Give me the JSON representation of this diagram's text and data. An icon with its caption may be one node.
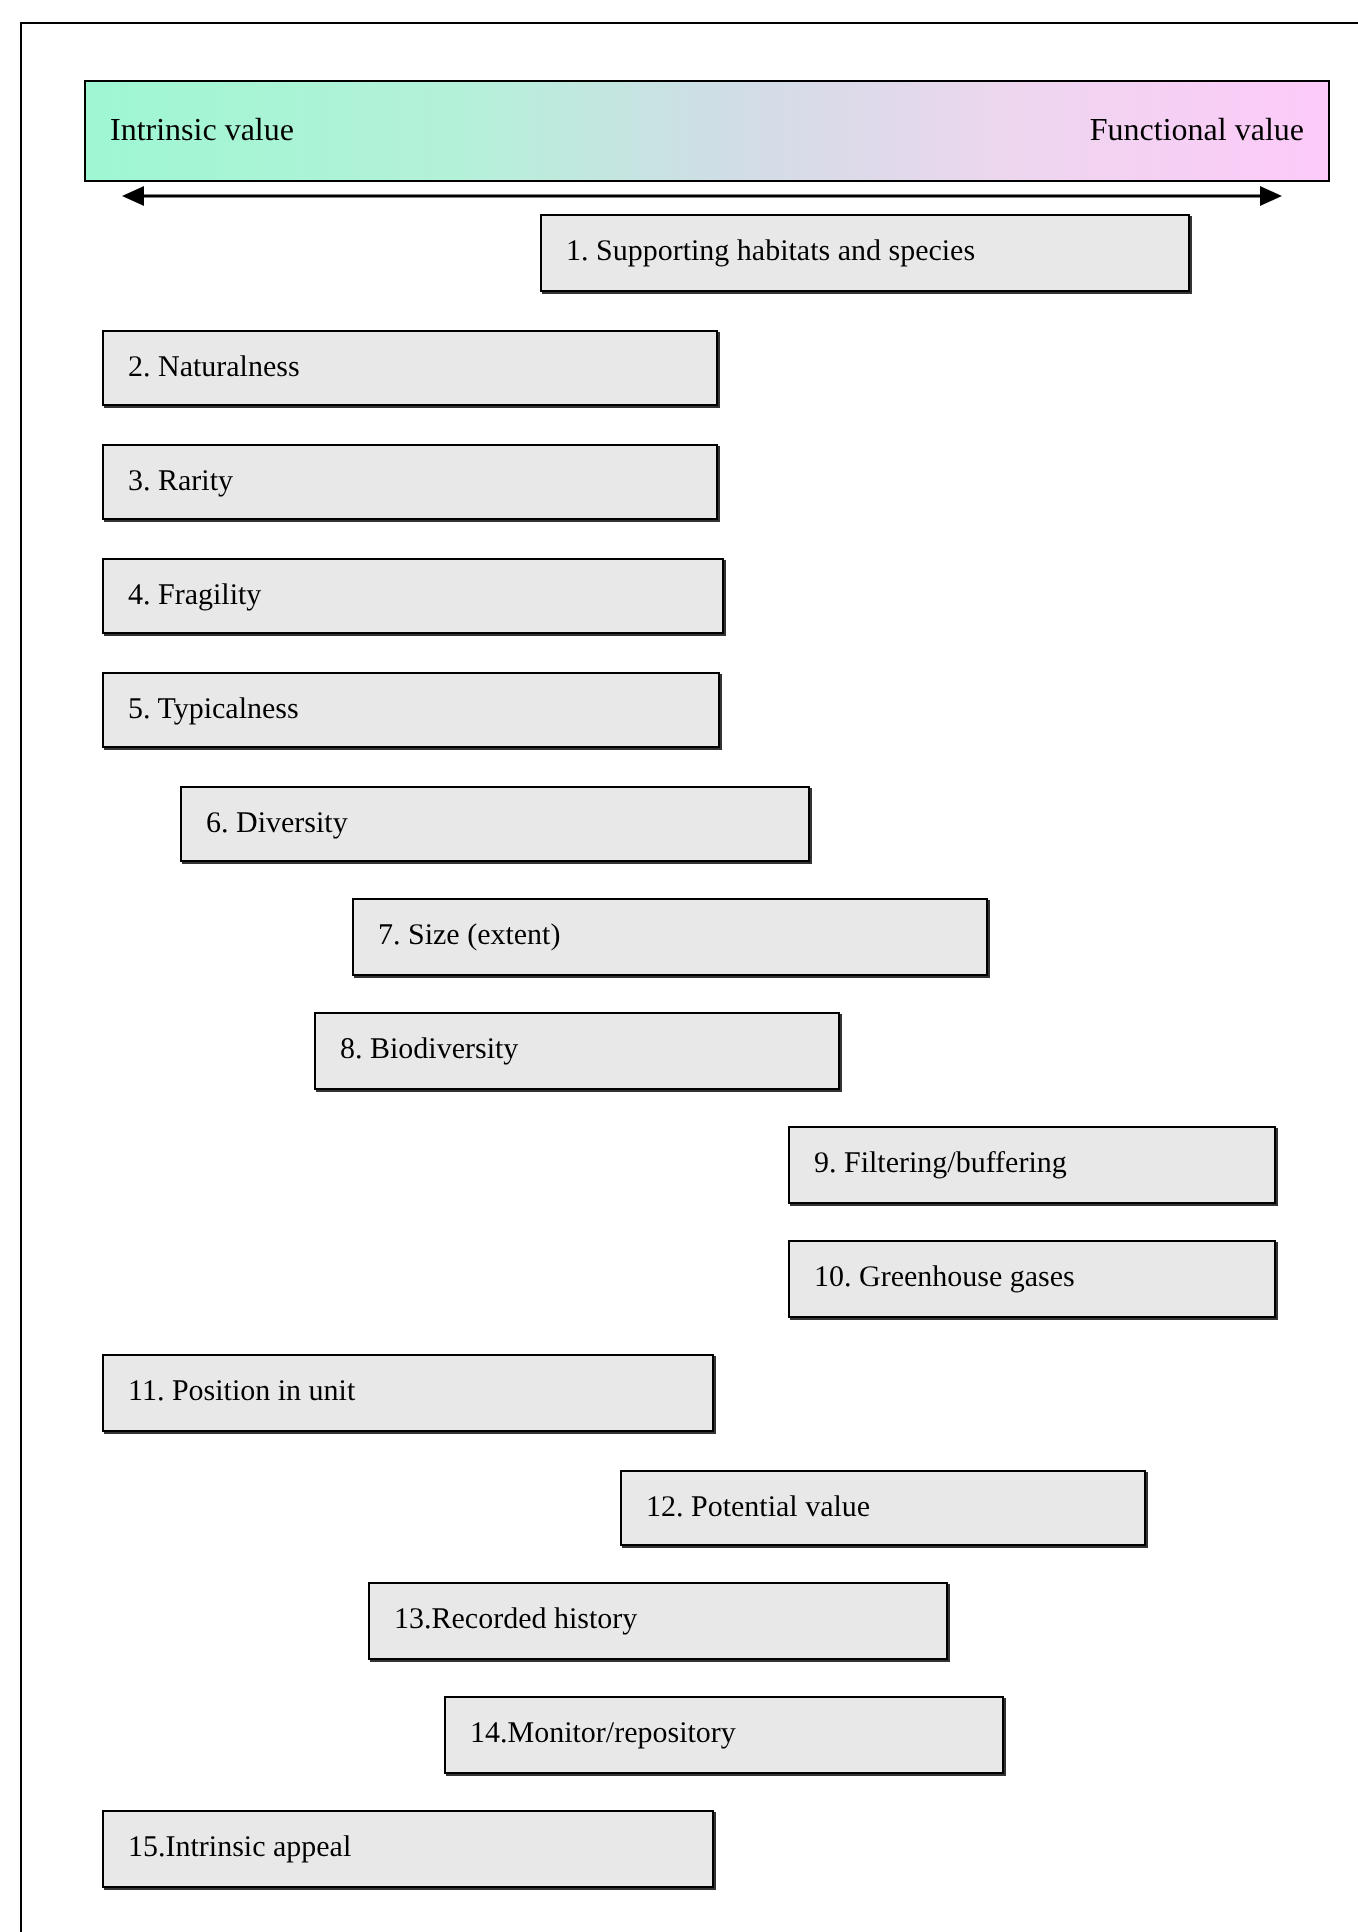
{
  "diagram": {
    "nodes": [
      {
        "text": [
          "Intrinsic value",
          "Functional value"
        ]
      },
      {
        "text": [
          "1. Supporting habitats and species"
        ]
      },
      {
        "text": [
          "2. Naturalness"
        ]
      },
      {
        "text": [
          "3. Rarity"
        ]
      },
      {
        "text": [
          "4. Fragility"
        ]
      },
      {
        "text": [
          "5. Typicalness"
        ]
      },
      {
        "text": [
          "6. Diversity"
        ]
      },
      {
        "text": [
          "7. Size (extent)"
        ]
      },
      {
        "text": [
          "8. Biodiversity"
        ]
      },
      {
        "text": [
          "9. Filtering/buffering"
        ]
      },
      {
        "text": [
          "10. Greenhouse gases"
        ]
      },
      {
        "text": [
          "11. Position in unit"
        ]
      },
      {
        "text": [
          "12. Potential value"
        ]
      },
      {
        "text": [
          "13.Recorded history"
        ]
      },
      {
        "text": [
          "14.Monitor/repository"
        ]
      },
      {
        "text": [
          "15.Intrinsic appeal"
        ]
      }
    ]
  }
}
